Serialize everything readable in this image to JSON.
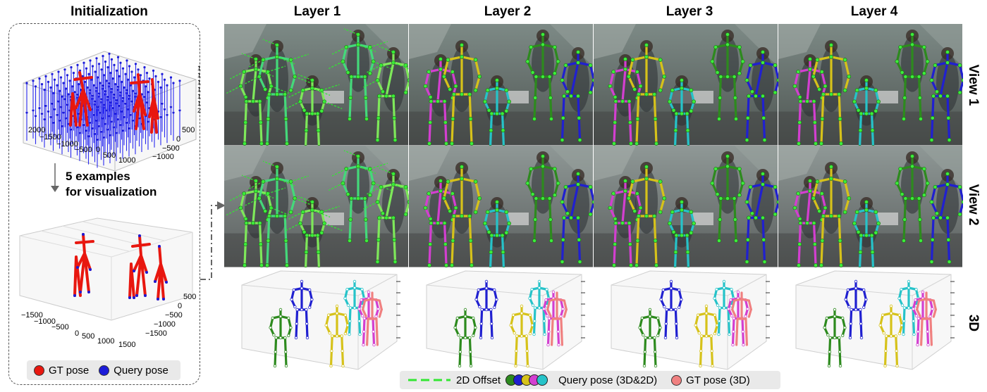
{
  "init": {
    "title": "Initialization",
    "arrow_caption_line1": "5 examples",
    "arrow_caption_line2": "for visualization",
    "top_ticks_x": [
      "2000",
      "−1500",
      "−1000",
      "−500",
      "0",
      "500",
      "1000"
    ],
    "top_ticks_y": [
      "500",
      "0",
      "−500",
      "−1000"
    ],
    "top_ticks_z": [
      "1",
      "1",
      "1",
      "1",
      "1",
      "1",
      "2"
    ],
    "bottom_ticks_x": [
      "−1500",
      "−1000",
      "−500",
      "0",
      "500",
      "1000",
      "1500"
    ],
    "bottom_ticks_y": [
      "500",
      "0",
      "−500",
      "−1000",
      "−1500"
    ],
    "legend": {
      "gt": "GT pose",
      "query": "Query pose"
    }
  },
  "columns": [
    "Layer 1",
    "Layer 2",
    "Layer 3",
    "Layer 4"
  ],
  "rows": [
    "View 1",
    "View 2",
    "3D"
  ],
  "bottom_legend": {
    "offset": "2D Offset",
    "query": "Query pose (3D&2D)",
    "gt": "GT pose (3D)"
  },
  "colors": {
    "gt": "#e8170f",
    "query": "#1b1bd8",
    "offset": "#32e632",
    "green": "#2d8a1e",
    "blue": "#2020d0",
    "yellow": "#d6c21a",
    "cyan": "#26c3c9",
    "magenta": "#d33fd0",
    "gt3d": "#f08080"
  }
}
